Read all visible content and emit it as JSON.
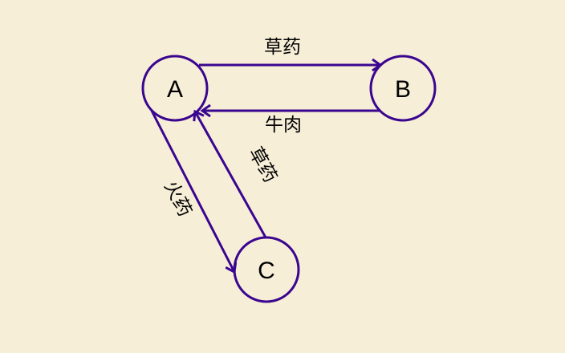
{
  "colors": {
    "background": "#f6eed7",
    "stroke": "#3a068f",
    "text": "#000000"
  },
  "nodes": [
    {
      "id": "A",
      "label": "A"
    },
    {
      "id": "B",
      "label": "B"
    },
    {
      "id": "C",
      "label": "C"
    }
  ],
  "edges": [
    {
      "from": "A",
      "to": "B",
      "label": "草药"
    },
    {
      "from": "B",
      "to": "A",
      "label": "牛肉"
    },
    {
      "from": "A",
      "to": "C",
      "label": "火药"
    },
    {
      "from": "C",
      "to": "A",
      "label": "草药"
    }
  ]
}
